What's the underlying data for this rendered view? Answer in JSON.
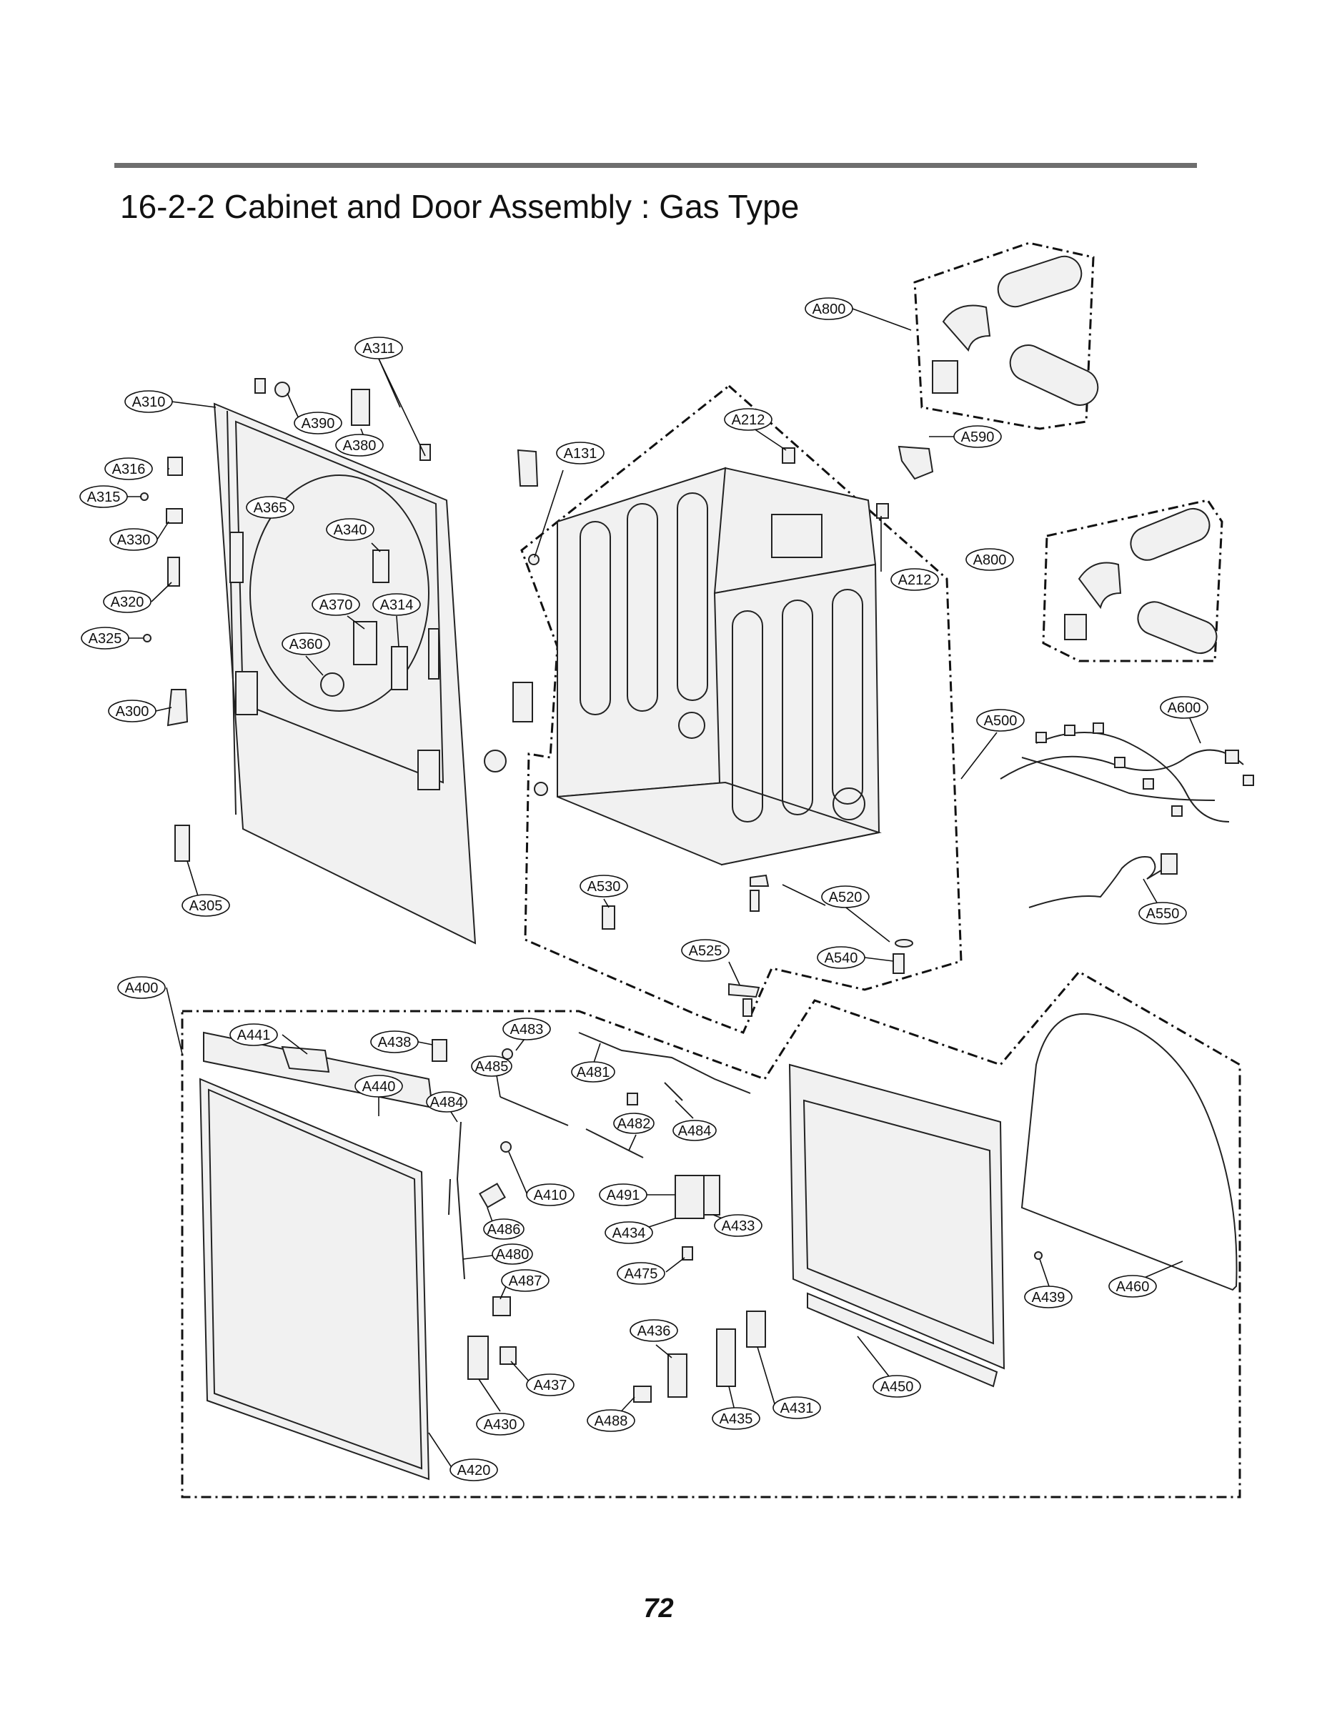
{
  "title": "16-2-2 Cabinet and Door Assembly : Gas Type",
  "page_number": "72",
  "labels": {
    "A800": "A800",
    "A800b": "A800",
    "A311": "A311",
    "A310": "A310",
    "A390": "A390",
    "A380": "A380",
    "A212": "A212",
    "A212b": "A212",
    "A590": "A590",
    "A131": "A131",
    "A316": "A316",
    "A315": "A315",
    "A365": "A365",
    "A330": "A330",
    "A340": "A340",
    "A320": "A320",
    "A370": "A370",
    "A314": "A314",
    "A325": "A325",
    "A360": "A360",
    "A300": "A300",
    "A500": "A500",
    "A600": "A600",
    "A305": "A305",
    "A530": "A530",
    "A520": "A520",
    "A550": "A550",
    "A525": "A525",
    "A540": "A540",
    "A400": "A400",
    "A441": "A441",
    "A438": "A438",
    "A483": "A483",
    "A485": "A485",
    "A481": "A481",
    "A440": "A440",
    "A484": "A484",
    "A484b": "A484",
    "A482": "A482",
    "A410": "A410",
    "A491": "A491",
    "A433": "A433",
    "A486": "A486",
    "A434": "A434",
    "A480": "A480",
    "A475": "A475",
    "A487": "A487",
    "A439": "A439",
    "A460": "A460",
    "A436": "A436",
    "A437": "A437",
    "A450": "A450",
    "A430": "A430",
    "A488": "A488",
    "A435": "A435",
    "A431": "A431",
    "A420": "A420"
  },
  "icons": [
    "dryer-cabinet",
    "front-panel",
    "door",
    "door-frame",
    "gasket",
    "wire-harness",
    "power-cord",
    "duct-elbow-kit",
    "leveling-foot",
    "door-hinge"
  ]
}
